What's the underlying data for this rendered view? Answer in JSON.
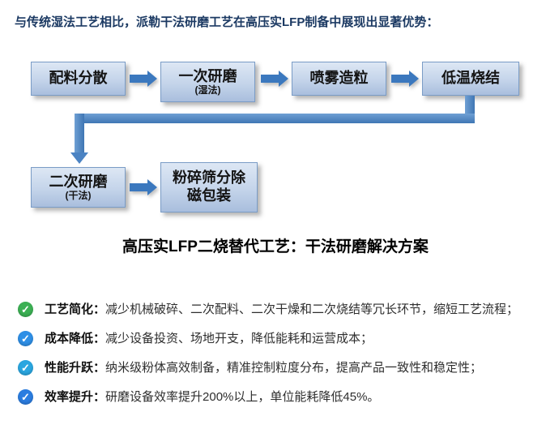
{
  "colors": {
    "title": "#1c3a63",
    "box_fill_top": "#dde7f4",
    "box_fill_bottom": "#a9bedd",
    "box_border": "#7a9cc6",
    "arrow": "#3b78be",
    "connector": "#4b83c3",
    "check_green": "#3cb054",
    "check_blue": "#2e8fe6"
  },
  "icons": {
    "check": "✓"
  },
  "header": {
    "title": "与传统湿法工艺相比，派勒干法研磨工艺在高压实LFP制备中展现出显著优势："
  },
  "flowchart": {
    "row1": [
      {
        "label": "配料分散",
        "sub": ""
      },
      {
        "label": "一次研磨",
        "sub": "(湿法)"
      },
      {
        "label": "喷雾造粒",
        "sub": ""
      },
      {
        "label": "低温烧结",
        "sub": ""
      }
    ],
    "row2": [
      {
        "label": "二次研磨",
        "sub": "(干法)"
      },
      {
        "label": "粉碎筛分除磁包装",
        "sub": ""
      }
    ],
    "caption": "高压实LFP二烧替代工艺：干法研磨解决方案"
  },
  "benefits": [
    {
      "label": "工艺简化：",
      "text": "减少机械破碎、二次配料、二次干燥和二次烧结等冗长环节，缩短工艺流程；",
      "icon_color": "#3cb054"
    },
    {
      "label": "成本降低：",
      "text": "减少设备投资、场地开支，降低能耗和运营成本；",
      "icon_color": "#2e8fe6"
    },
    {
      "label": "性能升跃：",
      "text": "纳米级粉体高效制备，精准控制粒度分布，提高产品一致性和稳定性；",
      "icon_color": "#2aa6e0"
    },
    {
      "label": "效率提升：",
      "text": "研磨设备效率提升200%以上，单位能耗降低45%。",
      "icon_color": "#2b7de0"
    }
  ]
}
